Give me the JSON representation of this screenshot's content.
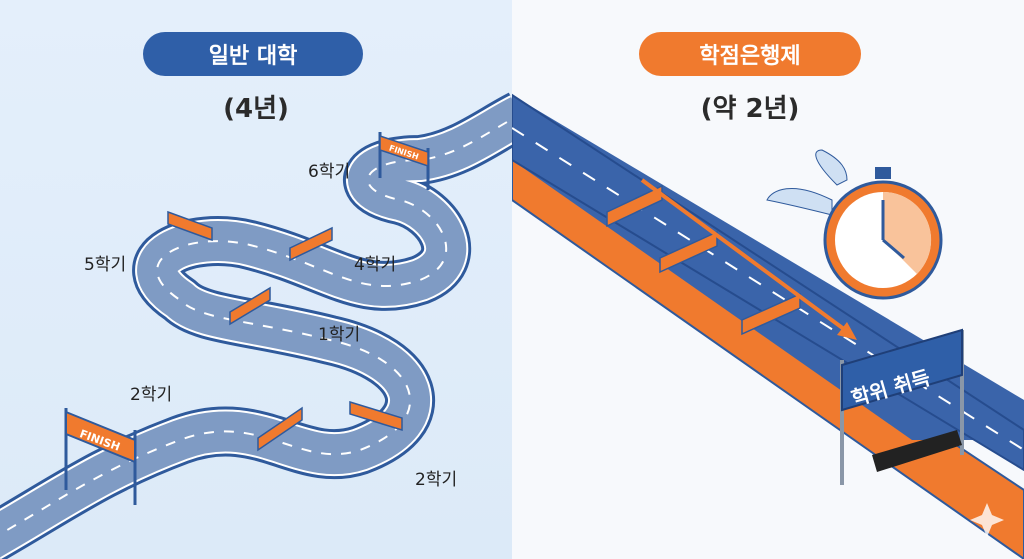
{
  "left": {
    "title": "일반 대학",
    "duration": "(4년)",
    "labels": [
      "6학기",
      "5학기",
      "4학기",
      "1학기",
      "2학기",
      "2학기"
    ],
    "finish_top": "FINISH",
    "finish_bottom": "FINISH",
    "accent": "#2f5fa8"
  },
  "right": {
    "title": "학점은행제",
    "duration": "(약 2년)",
    "banner": "학위 취득",
    "accent": "#f07a2e"
  }
}
